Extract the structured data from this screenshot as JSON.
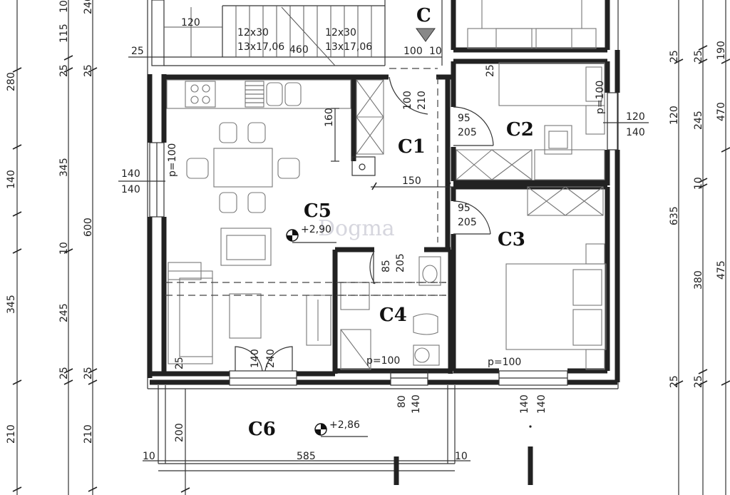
{
  "section_marker": {
    "label": "C"
  },
  "rooms": {
    "c1": "C1",
    "c2": "C2",
    "c3": "C3",
    "c4": "C4",
    "c5": "C5",
    "c6": "C6"
  },
  "levels": {
    "c5": "+2,90",
    "c6": "+2,86"
  },
  "stairs": {
    "step_a": "12x30",
    "rise_a": "13x17,06",
    "step_b": "12x30",
    "rise_b": "13x17,06",
    "width": "120",
    "length": "460"
  },
  "parapets": {
    "c5": "p=100",
    "c2": "p=100",
    "c3": "p=100",
    "c4": "p=100"
  },
  "openings": {
    "entry_w": "100",
    "entry_side": "10",
    "entry_door_w": "100",
    "entry_door_h": "210",
    "c2_door_w": "95",
    "c2_door_h": "205",
    "c3_door_w": "95",
    "c3_door_h": "205",
    "c4_door_w": "85",
    "c4_door_h": "205",
    "c2_win_w": "120",
    "c2_win_h": "140",
    "c5_win_w": "140",
    "c5_win_h": "140",
    "c5_balc_w": "140",
    "c5_balc_h": "240",
    "c4_win_w": "80",
    "c4_win_h": "140",
    "c3_win_w": "140",
    "c3_win_h": "140",
    "kitchen_depth": "160",
    "hall_w": "150"
  },
  "dims_inner": {
    "wall_top": "25",
    "wall_left": "25",
    "balcony_depth": "200",
    "balcony_len": "585",
    "balcony_end_l": "10",
    "balcony_end_r": "10"
  },
  "dims_left_outer": [
    "240",
    "280",
    "140",
    "10",
    "345",
    "210"
  ],
  "dims_left_mid": [
    "115",
    "25",
    "345",
    "600",
    "210"
  ],
  "dims_left_inner": [
    "10",
    "25",
    "25",
    "245",
    "25",
    "25"
  ],
  "dims_right_inner": [
    "25",
    "25",
    "245",
    "10",
    "380",
    "25",
    "25"
  ],
  "dims_right_mid": [
    "190",
    "120",
    "635",
    "470",
    "475"
  ]
}
